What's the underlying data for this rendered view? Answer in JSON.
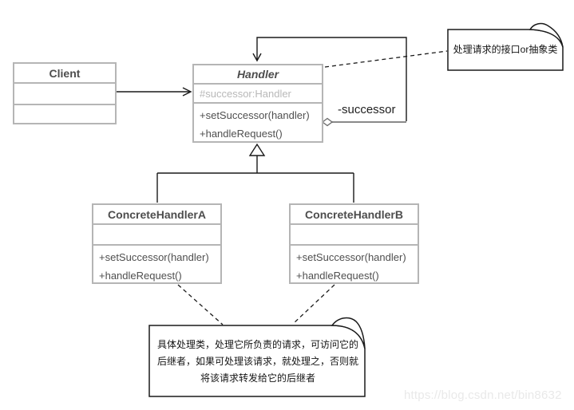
{
  "page": {
    "watermark": "https://blog.csdn.net/bin8632"
  },
  "diagram": {
    "classes": {
      "client": {
        "name": "Client"
      },
      "handler": {
        "name": "Handler",
        "attributes": [
          "#successor:Handler"
        ],
        "methods": [
          "+setSuccessor(handler)",
          "+handleRequest()"
        ]
      },
      "concrete_a": {
        "name": "ConcreteHandlerA",
        "methods": [
          "+setSuccessor(handler)",
          "+handleRequest()"
        ]
      },
      "concrete_b": {
        "name": "ConcreteHandlerB",
        "methods": [
          "+setSuccessor(handler)",
          "+handleRequest()"
        ]
      }
    },
    "labels": {
      "successor_role": "-successor"
    },
    "notes": {
      "handler_note": {
        "text": "处理请求的接口or抽象类"
      },
      "concrete_note": {
        "lines": [
          "具体处理类，处理它所负责的请求，可访问它的",
          "后继者，如果可处理该请求，就处理之，否则就",
          "将该请求转发给它的后继者"
        ]
      }
    },
    "colors": {
      "class_border": "#b5b5b5",
      "class_title_text": "#4d4d4d",
      "muted_attribute_text": "#b8b8b8",
      "method_text": "#4f4f4f",
      "note_border": "#1a1a1a",
      "connector": "#1a1a1a",
      "aggregation_edge": "#8a8a8a",
      "watermark_text": "#e9e9e9"
    }
  }
}
